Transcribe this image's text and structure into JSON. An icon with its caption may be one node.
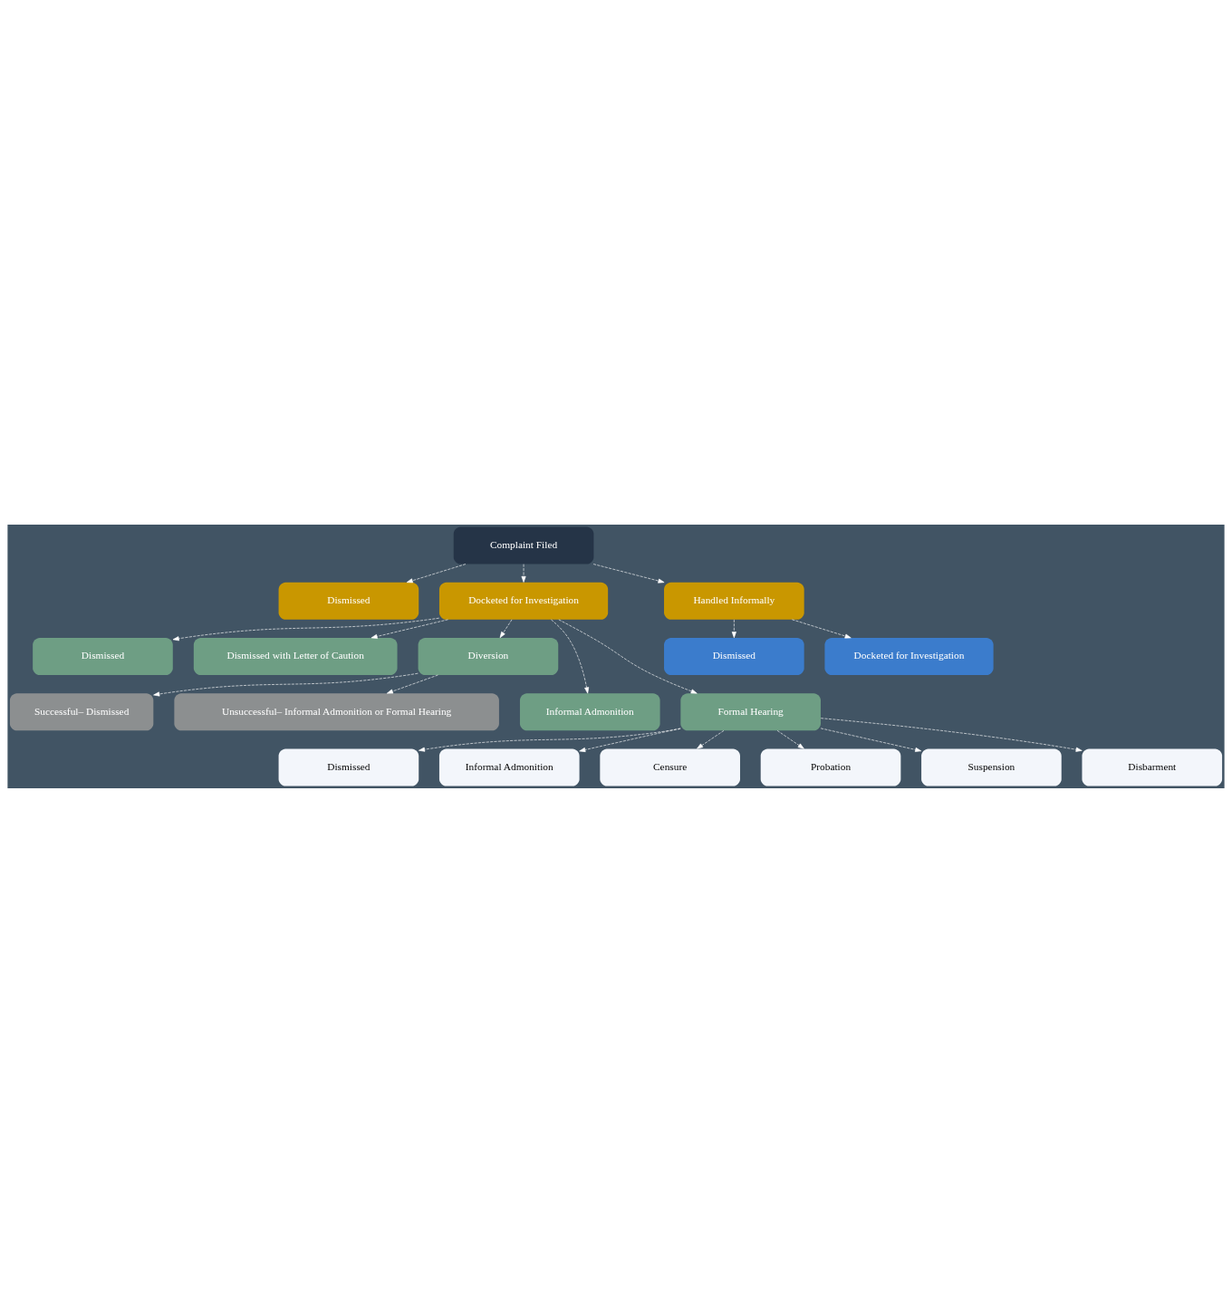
{
  "diagram": {
    "nodes": [
      {
        "text": [
          "Complaint Filed"
        ]
      },
      {
        "text": [
          "Dismissed"
        ]
      },
      {
        "text": [
          "Docketed for Investigation"
        ]
      },
      {
        "text": [
          "Handled Informally"
        ]
      },
      {
        "text": [
          "Dismissed"
        ]
      },
      {
        "text": [
          "Dismissed"
        ]
      },
      {
        "text": [
          "Dismissed with Letter of Caution"
        ]
      },
      {
        "text": [
          "Docketed for Investigation"
        ]
      },
      {
        "text": [
          "Diversion"
        ]
      },
      {
        "text": [
          "Informal Admonition"
        ]
      },
      {
        "text": [
          "Successful– Dismissed"
        ]
      },
      {
        "text": [
          "Formal Hearing"
        ]
      },
      {
        "text": [
          "Unsuccessful– Informal Admonition or Formal Hearing"
        ]
      },
      {
        "text": [
          "Dismissed"
        ]
      },
      {
        "text": [
          "Informal Admonition"
        ]
      },
      {
        "text": [
          "Censure"
        ]
      },
      {
        "text": [
          "Probation"
        ]
      },
      {
        "text": [
          "Suspension"
        ]
      },
      {
        "text": [
          "Disbarment"
        ]
      }
    ],
    "edges": [
      {
        "from": 0,
        "to": 1,
        "arrow": "to",
        "style": "dashed"
      },
      {
        "from": 0,
        "to": 2,
        "arrow": "to",
        "style": "dashed"
      },
      {
        "from": 0,
        "to": 3,
        "arrow": "to",
        "style": "dashed"
      },
      {
        "from": 2,
        "to": 4,
        "arrow": "to",
        "style": "dashed"
      },
      {
        "from": 2,
        "to": 6,
        "arrow": "to",
        "style": "dashed"
      },
      {
        "from": 2,
        "to": 8,
        "arrow": "to",
        "style": "dashed"
      },
      {
        "from": 2,
        "to": 9,
        "arrow": "to",
        "style": "dashed"
      },
      {
        "from": 2,
        "to": 11,
        "arrow": "to",
        "style": "dashed"
      },
      {
        "from": 3,
        "to": 5,
        "arrow": "to",
        "style": "dashed"
      },
      {
        "from": 3,
        "to": 7,
        "arrow": "to",
        "style": "dashed"
      },
      {
        "from": 8,
        "to": 10,
        "arrow": "to",
        "style": "dashed"
      },
      {
        "from": 8,
        "to": 12,
        "arrow": "to",
        "style": "dashed"
      },
      {
        "from": 11,
        "to": 13,
        "arrow": "to",
        "style": "dashed"
      },
      {
        "from": 11,
        "to": 14,
        "arrow": "to",
        "style": "dashed"
      },
      {
        "from": 11,
        "to": 15,
        "arrow": "to",
        "style": "dashed"
      },
      {
        "from": 11,
        "to": 16,
        "arrow": "to",
        "style": "dashed"
      },
      {
        "from": 11,
        "to": 17,
        "arrow": "to",
        "style": "dashed"
      },
      {
        "from": 11,
        "to": 18,
        "arrow": "to",
        "style": "dashed"
      }
    ]
  }
}
